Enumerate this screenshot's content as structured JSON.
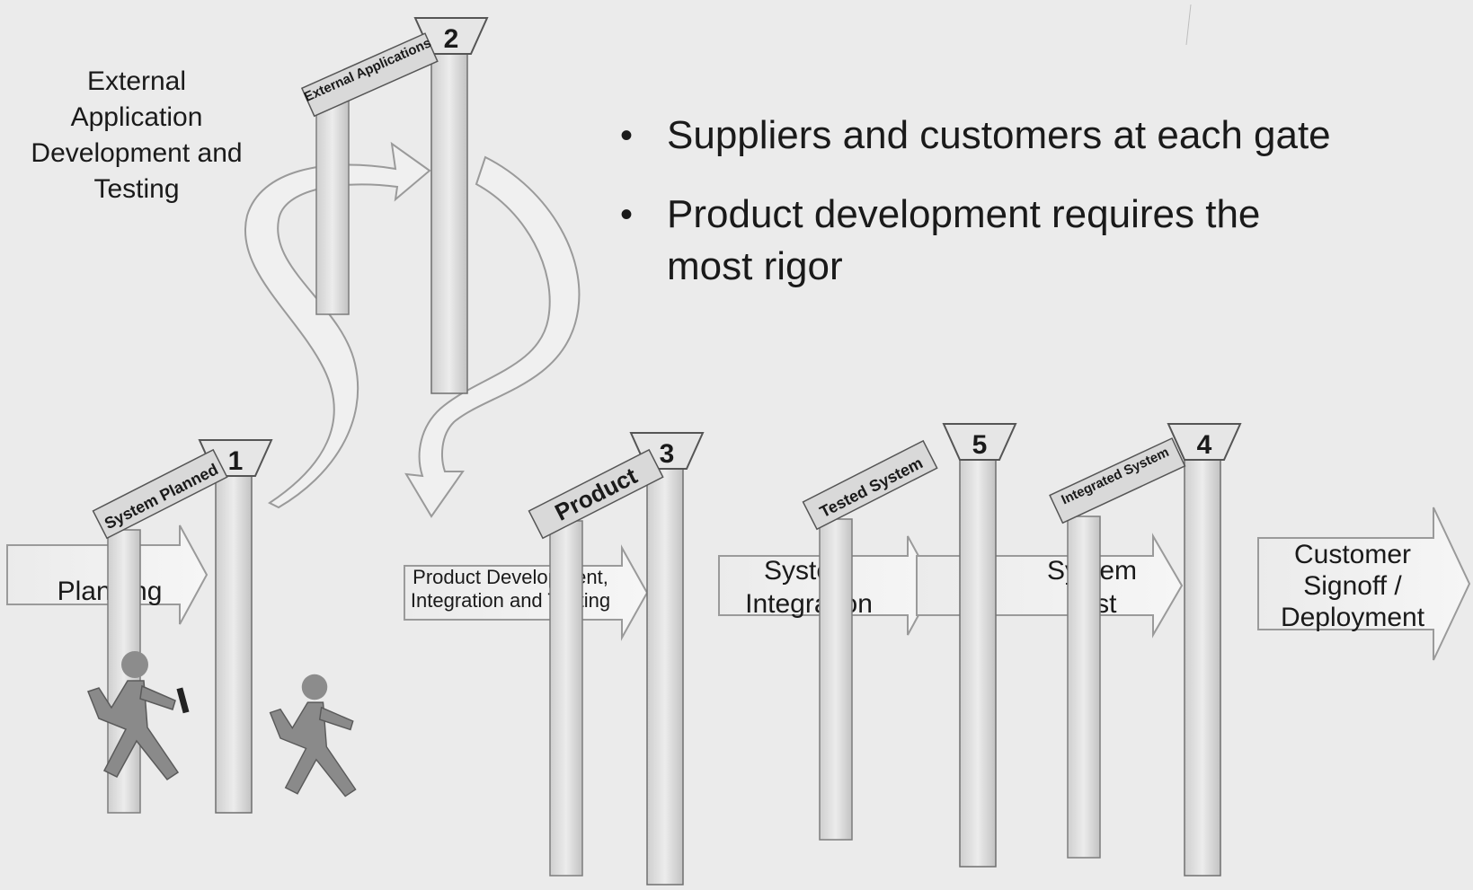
{
  "bullets": [
    "Suppliers and customers at each gate",
    "Product development requires the most rigor"
  ],
  "side_note": [
    "External",
    "Application",
    "Development and",
    "Testing"
  ],
  "gates": [
    {
      "number": "1",
      "sign": "System Planned"
    },
    {
      "number": "2",
      "sign": "External Applications"
    },
    {
      "number": "3",
      "sign": "Product"
    },
    {
      "number": "5",
      "sign": "Tested System"
    },
    {
      "number": "4",
      "sign": "Integrated System"
    }
  ],
  "phases": [
    {
      "lines": [
        "Planning"
      ]
    },
    {
      "lines": [
        "Product Development,",
        "Integration and Testing"
      ]
    },
    {
      "lines": [
        "System",
        "Integration"
      ]
    },
    {
      "lines": [
        "System",
        "Test"
      ]
    },
    {
      "lines": [
        "Customer",
        "Signoff /",
        "Deployment"
      ]
    }
  ],
  "icons": [
    "runner-icon",
    "runner-icon"
  ],
  "colors": {
    "background": "#ebebeb",
    "pillar": "#dcdcdc",
    "arrow": "#f2f2f2",
    "outline": "#8a8a8a",
    "text": "#1a1a1a"
  }
}
